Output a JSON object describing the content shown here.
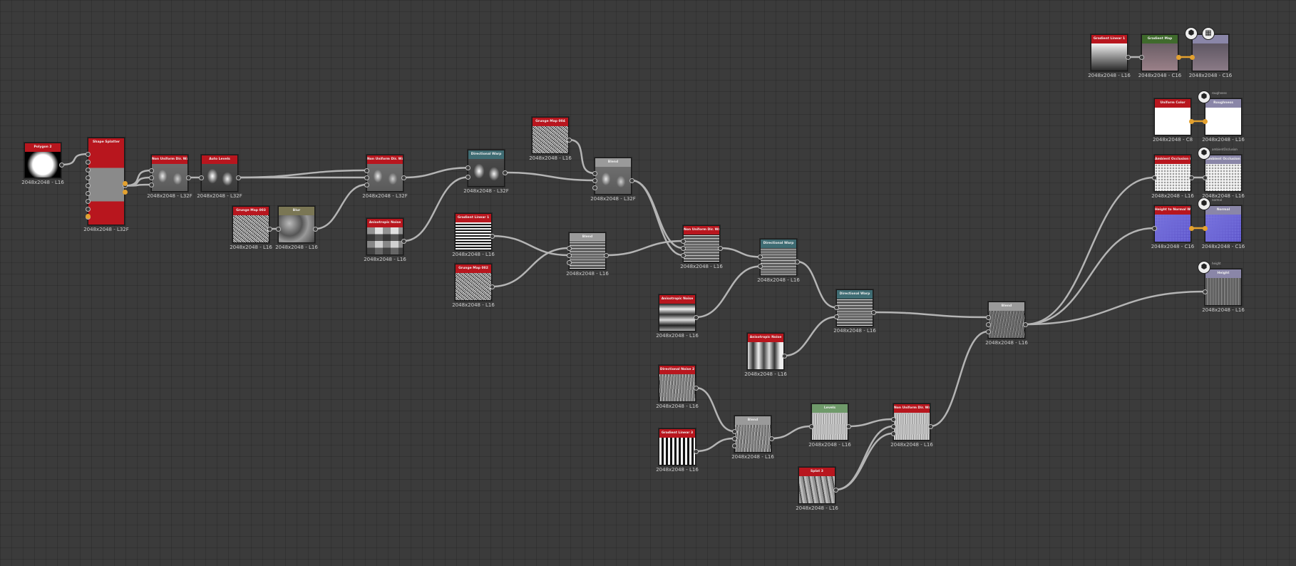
{
  "colors": {
    "canvas": "#3b3b3b",
    "header_red": "#b8161e",
    "header_teal": "#3f6c73",
    "header_grey": "#9a9a9a",
    "header_olive": "#7a7654",
    "header_green": "#6f9a6a",
    "header_darkgreen": "#3f6a2c",
    "header_lavender": "#8a86a8",
    "wire": "#b4b4b4",
    "wire_orange": "#e3a12f"
  },
  "nodes": [
    {
      "id": "polygon",
      "title": "Polygon 2",
      "res": "2048x2048 - L16",
      "header": "header_red",
      "thumb": "polygon"
    },
    {
      "id": "shape_splatter",
      "title": "Shape Splatter",
      "res": "2048x2048 - L32F",
      "header": "header_red",
      "thumb": "shapelong"
    },
    {
      "id": "nuw1",
      "title": "Non Uniform Dir. Warp...",
      "res": "2048x2048 - L32F",
      "header": "header_red",
      "thumb": "blobs"
    },
    {
      "id": "auto_levels",
      "title": "Auto Levels",
      "res": "2048x2048 - L32F",
      "header": "header_red",
      "thumb": "blobs-bright"
    },
    {
      "id": "gmd1",
      "title": "Grunge Map 003",
      "res": "2048x2048 - L16",
      "header": "header_red",
      "thumb": "noise"
    },
    {
      "id": "blur",
      "title": "Blur",
      "res": "2048x2048 - L16",
      "header": "header_olive",
      "thumb": "blurnoise"
    },
    {
      "id": "nuw2",
      "title": "Non Uniform Dir. Warp...",
      "res": "2048x2048 - L32F",
      "header": "header_red",
      "thumb": "blobs"
    },
    {
      "id": "aniso1",
      "title": "Anisotropic Noise",
      "res": "2048x2048 - L16",
      "header": "header_red",
      "thumb": "checker"
    },
    {
      "id": "dw1",
      "title": "Directional Warp",
      "res": "2048x2048 - L32F",
      "header": "header_teal",
      "thumb": "blobs-bright"
    },
    {
      "id": "grunge_map",
      "title": "Grunge Map 004",
      "res": "2048x2048 - L16",
      "header": "header_red",
      "thumb": "noise"
    },
    {
      "id": "blend1",
      "title": "Blend",
      "res": "2048x2048 - L32F",
      "header": "header_grey",
      "thumb": "blobs"
    },
    {
      "id": "gl1",
      "title": "Gradient Linear 1",
      "res": "2048x2048 - L16",
      "header": "header_red",
      "thumb": "hlines"
    },
    {
      "id": "gm2",
      "title": "Grunge Map 002",
      "res": "2048x2048 - L16",
      "header": "header_red",
      "thumb": "noise"
    },
    {
      "id": "blend2",
      "title": "Blend",
      "res": "2048x2048 - L16",
      "header": "header_grey",
      "thumb": "hnoise"
    },
    {
      "id": "nuw3",
      "title": "Non Uniform Dir. Warp...",
      "res": "2048x2048 - L16",
      "header": "header_red",
      "thumb": "hnoise"
    },
    {
      "id": "dw2",
      "title": "Directional Warp",
      "res": "2048x2048 - L16",
      "header": "header_teal",
      "thumb": "hnoise"
    },
    {
      "id": "aniso2",
      "title": "Anisotropic Noise",
      "res": "2048x2048 - L16",
      "header": "header_red",
      "thumb": "hbands"
    },
    {
      "id": "dw3",
      "title": "Directional Warp",
      "res": "2048x2048 - L16",
      "header": "header_teal",
      "thumb": "hnoise"
    },
    {
      "id": "aniso3",
      "title": "Anisotropic Noise",
      "res": "2048x2048 - L16",
      "header": "header_red",
      "thumb": "vbands"
    },
    {
      "id": "dir_noise",
      "title": "Directional Noise 2",
      "res": "2048x2048 - L16",
      "header": "header_red",
      "thumb": "vnoise"
    },
    {
      "id": "gl3",
      "title": "Gradient Linear 3",
      "res": "2048x2048 - L16",
      "header": "header_red",
      "thumb": "vlines"
    },
    {
      "id": "blend3",
      "title": "Blend",
      "res": "2048x2048 - L16",
      "header": "header_grey",
      "thumb": "vnoise"
    },
    {
      "id": "levels",
      "title": "Levels",
      "res": "2048x2048 - L16",
      "header": "header_green",
      "thumb": "vnoise2"
    },
    {
      "id": "nuw4",
      "title": "Non Uniform Dir. Warp...",
      "res": "2048x2048 - L16",
      "header": "header_red",
      "thumb": "vnoise2"
    },
    {
      "id": "splat",
      "title": "Splat 3",
      "res": "2048x2048 - L16",
      "header": "header_red",
      "thumb": "splat"
    },
    {
      "id": "blend4",
      "title": "Blend",
      "res": "2048x2048 - L16",
      "header": "header_grey",
      "thumb": "grain"
    },
    {
      "id": "gl_top",
      "title": "Gradient Linear 1",
      "res": "2048x2048 - L16",
      "header": "header_red",
      "thumb": "grad-v"
    },
    {
      "id": "gradient_map",
      "title": "Gradient Map",
      "res": "2048x2048 - C16",
      "header": "header_darkgreen",
      "thumb": "pinkgrey"
    },
    {
      "id": "out_basecolor",
      "title": "",
      "res": "2048x2048 - C16",
      "header": "header_lavender",
      "thumb": "lavgrey"
    },
    {
      "id": "uniform",
      "title": "Uniform Color",
      "res": "2048x2048 - C8",
      "header": "header_red",
      "thumb": "white"
    },
    {
      "id": "out_roughness",
      "title": "Roughness",
      "res": "2048x2048 - L16",
      "header": "header_lavender",
      "thumb": "white"
    },
    {
      "id": "ao",
      "title": "Ambient Occlusion (HB...",
      "res": "2048x2048 - L16",
      "header": "header_red",
      "thumb": "speck"
    },
    {
      "id": "out_ao",
      "title": "Ambient Occlusion",
      "res": "2048x2048 - L16",
      "header": "header_lavender",
      "thumb": "speck"
    },
    {
      "id": "h2n",
      "title": "Height to Normal World...",
      "res": "2048x2048 - C16",
      "header": "header_red",
      "thumb": "normal"
    },
    {
      "id": "out_normal",
      "title": "Normal",
      "res": "2048x2048 - C16",
      "header": "header_lavender",
      "thumb": "normal"
    },
    {
      "id": "out_height",
      "title": "Height",
      "res": "2048x2048 - L16",
      "header": "header_lavender",
      "thumb": "height"
    }
  ],
  "badges": [
    {
      "id": "b_basecolor_a",
      "icon": "cube-icon",
      "label": "",
      "glyph": "⬢"
    },
    {
      "id": "b_basecolor_b",
      "icon": "checker-icon",
      "label": "",
      "glyph": "▦"
    },
    {
      "id": "b_roughness",
      "icon": "cube-icon",
      "label": "roughness",
      "glyph": "⬢"
    },
    {
      "id": "b_ao",
      "icon": "cube-icon",
      "label": "ambientOcclusion",
      "glyph": "⬢"
    },
    {
      "id": "b_normal",
      "icon": "cube-icon",
      "label": "normal",
      "glyph": "⬢"
    },
    {
      "id": "b_height",
      "icon": "cube-icon",
      "label": "height",
      "glyph": "⬢"
    }
  ]
}
